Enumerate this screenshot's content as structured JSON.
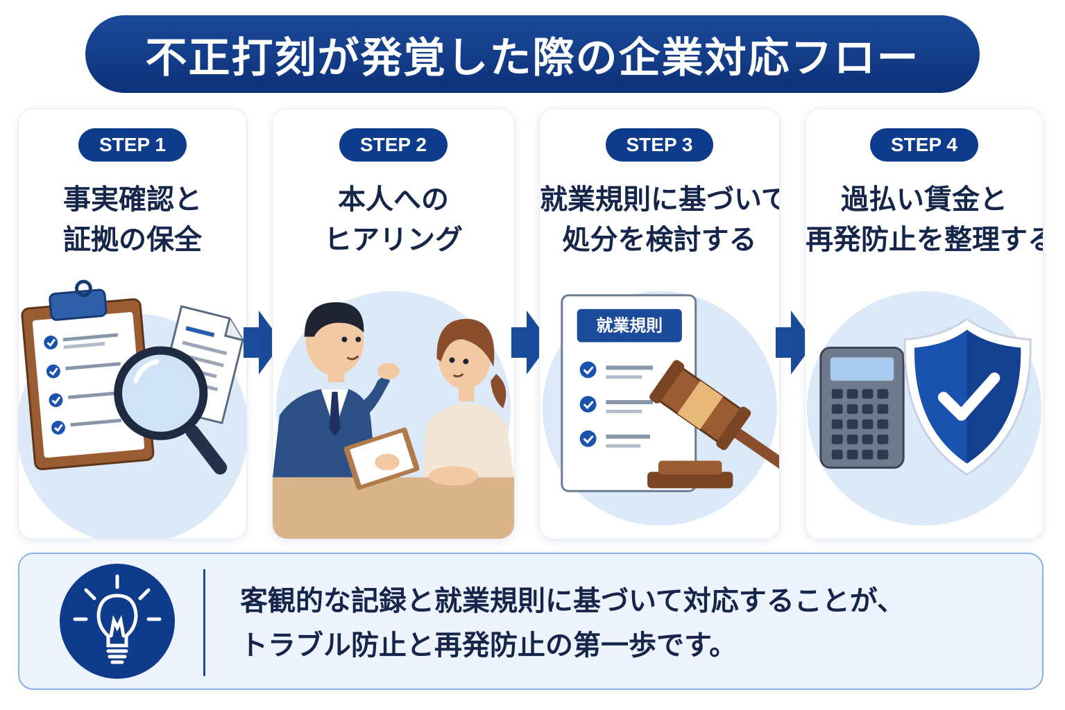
{
  "title": "不正打刻が発覚した際の企業対応フロー",
  "steps": [
    {
      "badge": "STEP 1",
      "title_line1": "事実確認と",
      "title_line2": "証拠の保全"
    },
    {
      "badge": "STEP 2",
      "title_line1": "本人への",
      "title_line2": "ヒアリング"
    },
    {
      "badge": "STEP 3",
      "title_line1": "就業規則に基づいて",
      "title_line2": "処分を検討する",
      "document_label": "就業規則"
    },
    {
      "badge": "STEP 4",
      "title_line1": "過払い賃金と",
      "title_line2": "再発防止を整理する"
    }
  ],
  "tip": {
    "line1": "客観的な記録と就業規則に基づいて対応することが、",
    "line2": "トラブル防止と再発防止の第一歩です。"
  },
  "colors": {
    "primary": "#0f3b8c",
    "light_circle": "#dce9f8",
    "tip_bg": "#eef4fd"
  },
  "icons": [
    "clipboard-icon",
    "document-icon",
    "magnifier-icon",
    "people-icon",
    "gavel-icon",
    "calculator-icon",
    "shield-check-icon",
    "lightbulb-icon",
    "arrow-right-icon"
  ]
}
